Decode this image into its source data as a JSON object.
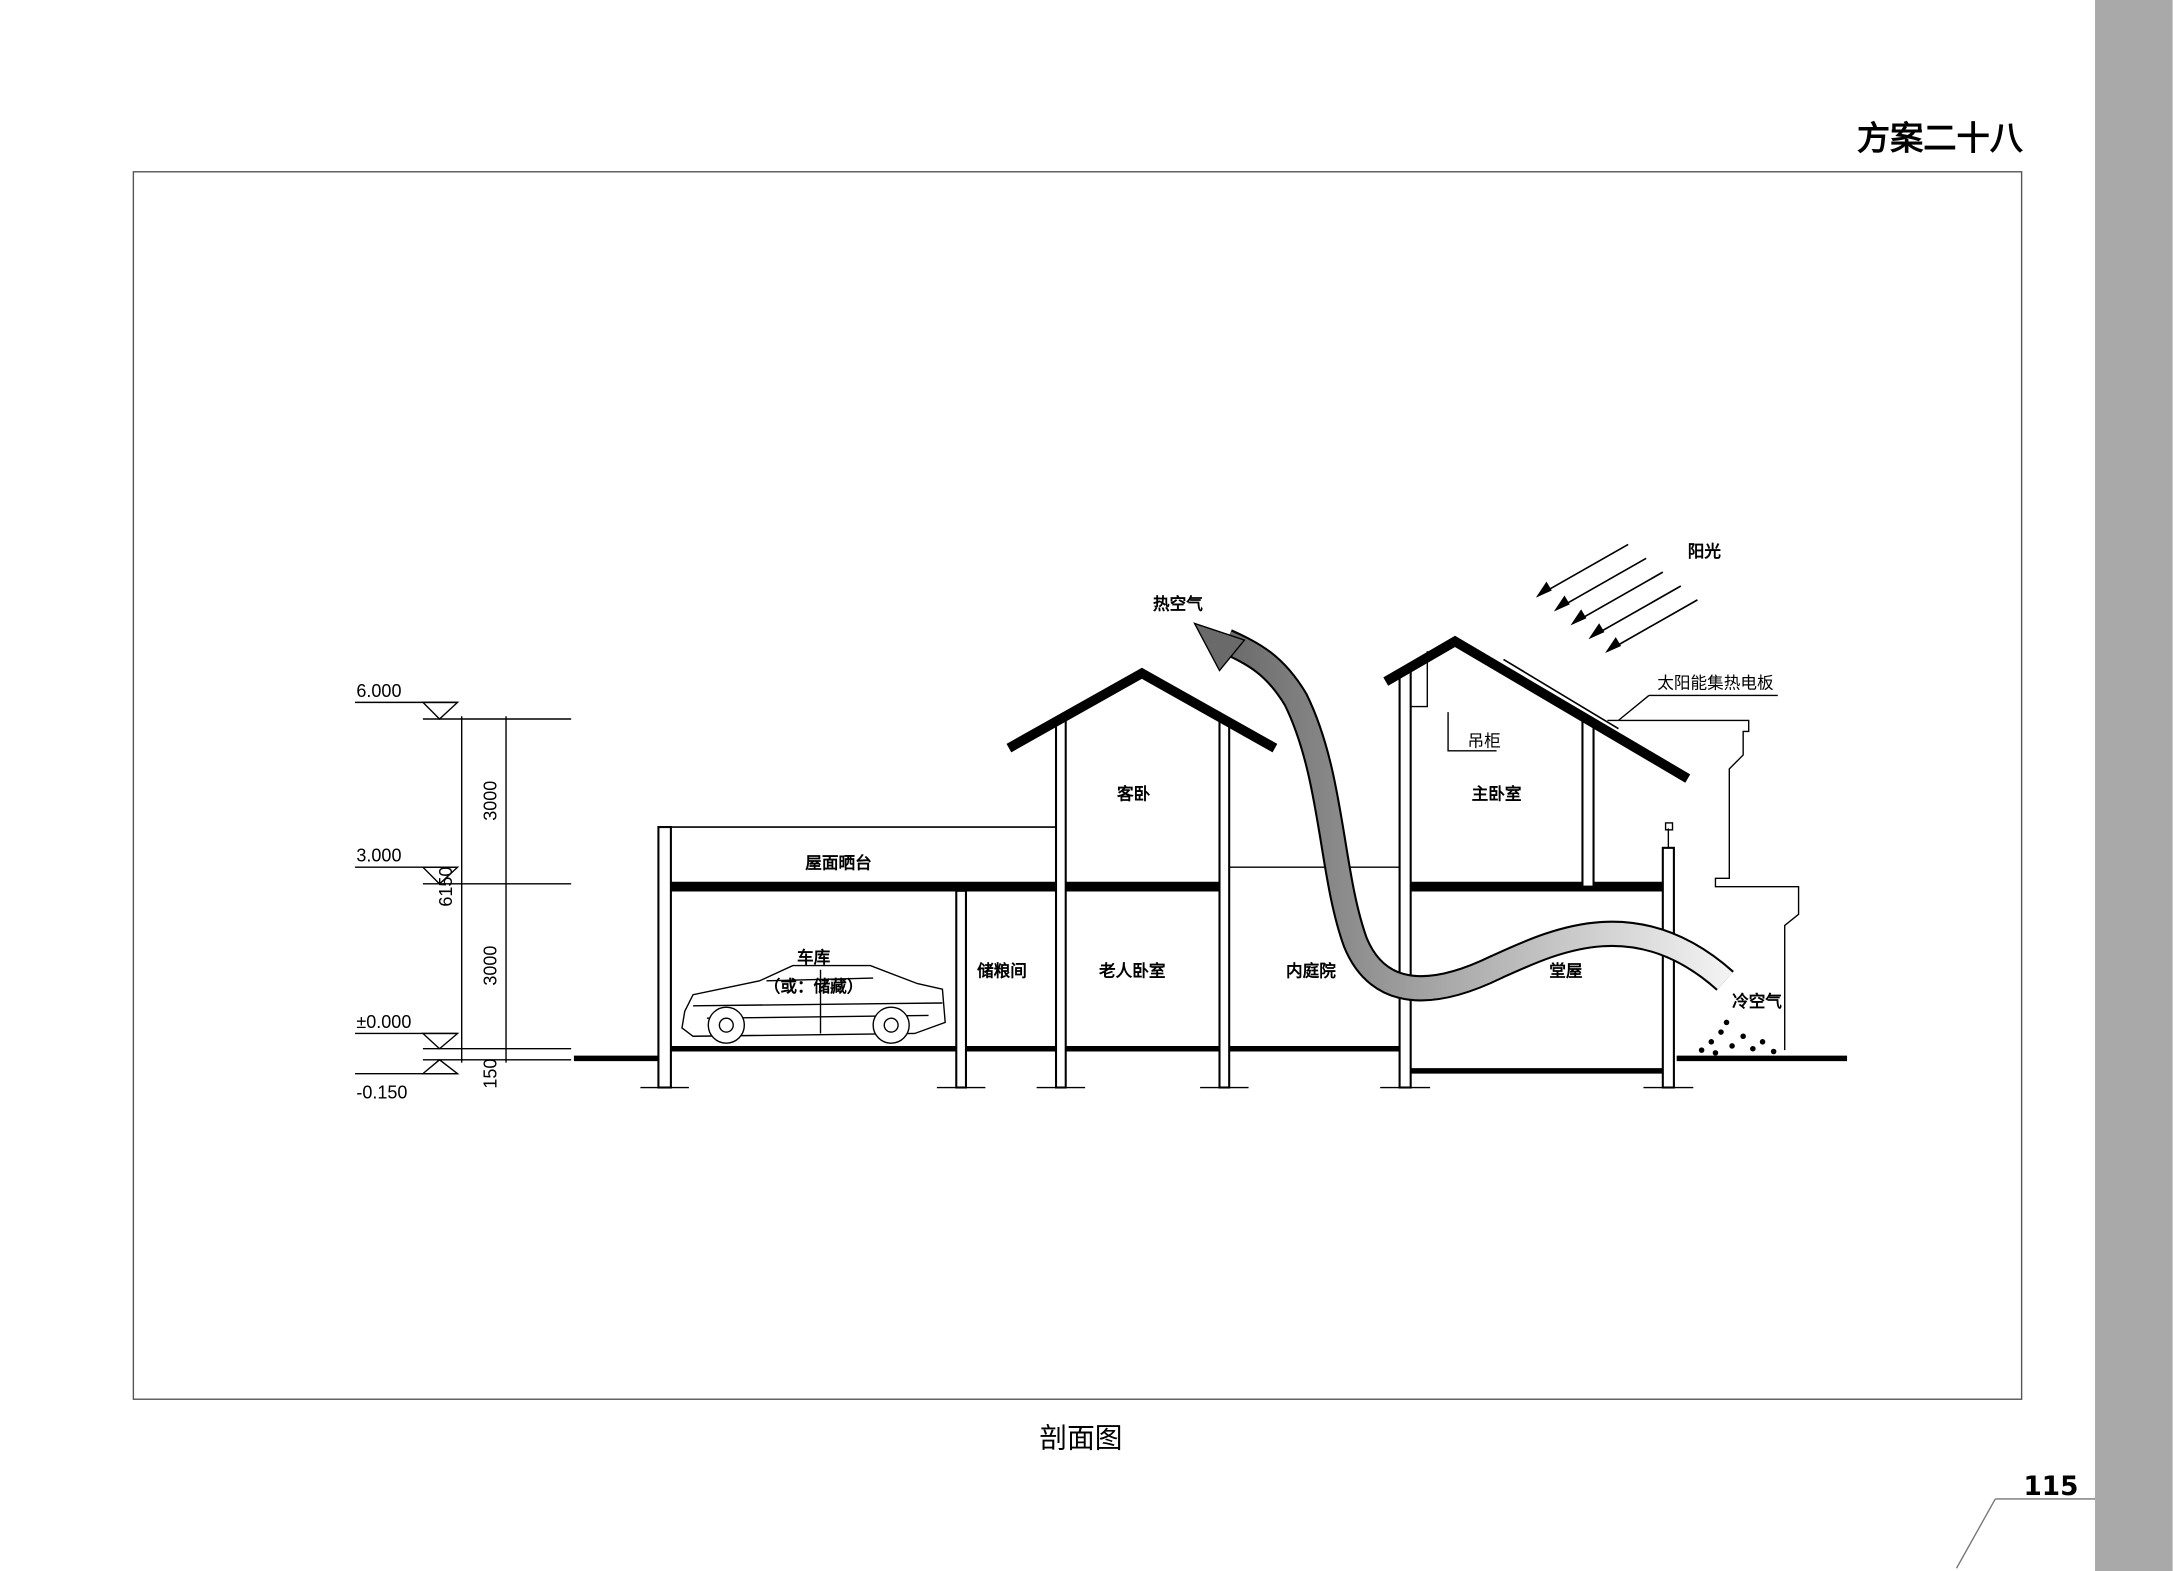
{
  "header": {
    "title": "方案二十八"
  },
  "caption": "剖面图",
  "page_number": "115",
  "colors": {
    "side_bar": "#a9a9a9",
    "airflow_dark": "#6e6e6e",
    "airflow_light": "#eeeeee"
  },
  "elevations": {
    "e6": "6.000",
    "e3": "3.000",
    "e0": "±0.000",
    "em": "-0.150"
  },
  "dimensions": {
    "upper": "3000",
    "lower": "3000",
    "total": "6150",
    "base": "150"
  },
  "labels": {
    "hot_air": "热空气",
    "sunlight": "阳光",
    "solar_panel": "太阳能集热电板",
    "hanging_cabinet": "吊柜",
    "guest_bedroom": "客卧",
    "master_bedroom": "主卧室",
    "roof_terrace": "屋面晒台",
    "garage": "车库",
    "garage_alt": "（或：储藏）",
    "grain_storage": "储粮间",
    "elder_bedroom": "老人卧室",
    "inner_courtyard": "内庭院",
    "main_hall": "堂屋",
    "cold_air": "冷空气"
  }
}
